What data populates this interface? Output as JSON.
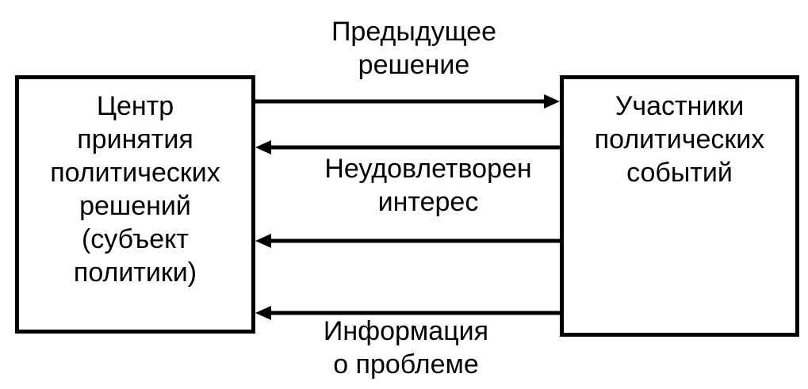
{
  "left_box": {
    "lines": [
      "Центр",
      "принятия",
      "политических",
      "решений",
      "(субъект",
      "политики)"
    ]
  },
  "right_box": {
    "lines": [
      "Участники",
      "политических",
      "событий"
    ]
  },
  "arrows": {
    "previous_decision": [
      "Предыдущее",
      "решение"
    ],
    "unsatisfied_interest": [
      "Неудовлетворен",
      "интерес"
    ],
    "problem_information": [
      "Информация",
      "о проблеме"
    ]
  }
}
